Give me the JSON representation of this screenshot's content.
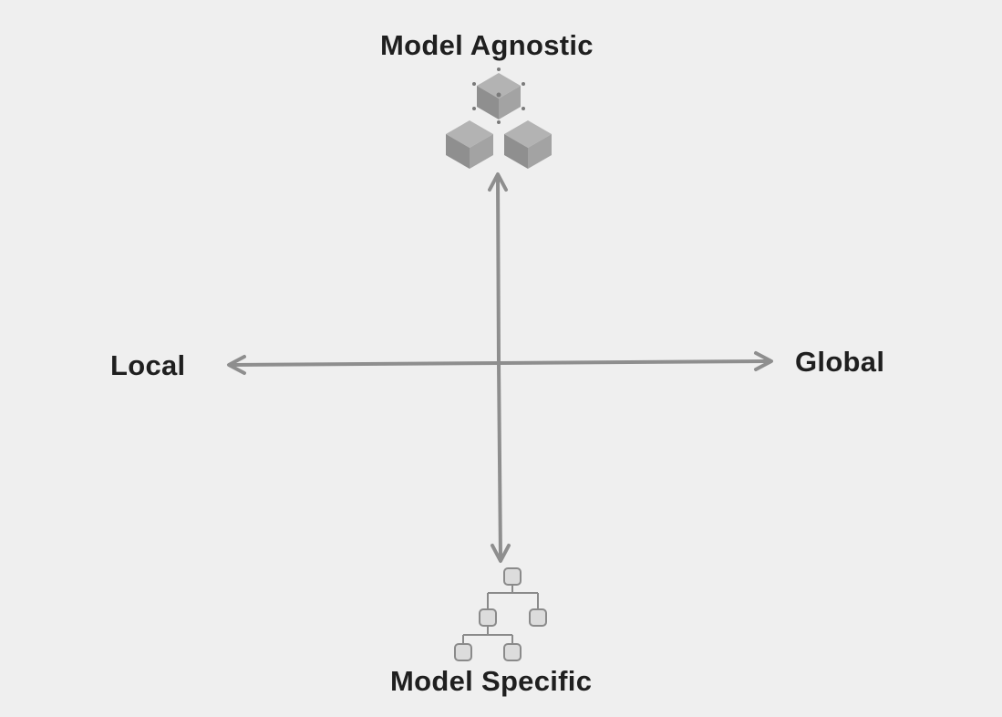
{
  "labels": {
    "top": "Model Agnostic",
    "bottom": "Model Specific",
    "left": "Local",
    "right": "Global"
  },
  "icons": {
    "top": "cubes-icon",
    "bottom": "tree-hierarchy-icon"
  },
  "colors": {
    "background": "#efefef",
    "axis": "#8e8e8e",
    "text": "#1f1f1f",
    "icon_fill": "#9a9a9a",
    "icon_stroke": "#8a8a8a"
  }
}
